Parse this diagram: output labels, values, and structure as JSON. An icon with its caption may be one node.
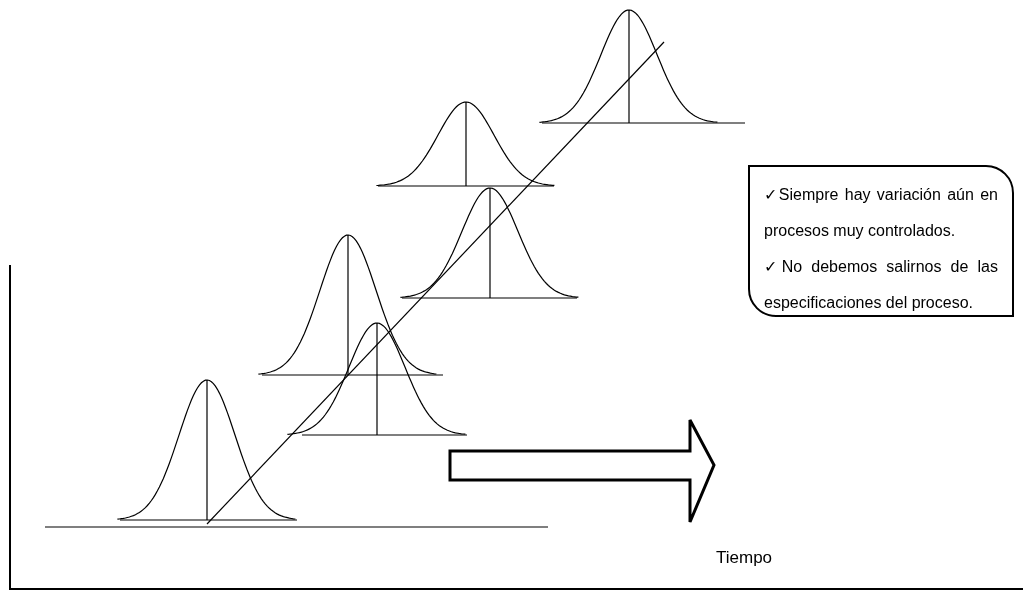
{
  "diagram": {
    "nodes": [
      {
        "text": [
          "✓Siempre hay variación aún en procesos muy controlados.",
          "✓No debemos salirnos de las especificaciones del proceso."
        ]
      }
    ],
    "edges": [],
    "labels": [
      "Tiempo"
    ]
  }
}
